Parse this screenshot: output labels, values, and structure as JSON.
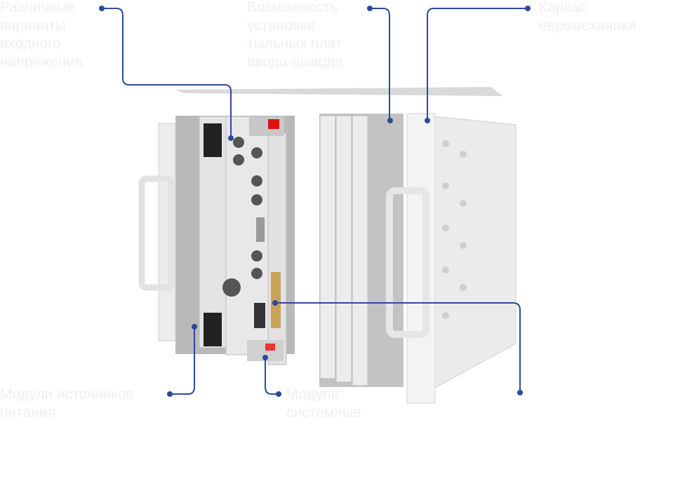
{
  "callouts": {
    "input_voltage": "Различные\nварианты\nвходного\nнапряжения",
    "rear_boards": "Возможность\nустановки\nтыльных плат\nввода-вывода",
    "frame": "Каркас\nевромеханика",
    "power_modules": "Модули источников\nпитания",
    "system_modules": "Модули\nсистемные"
  },
  "colors": {
    "line": "#2b4a9e",
    "label": "#efefef"
  }
}
